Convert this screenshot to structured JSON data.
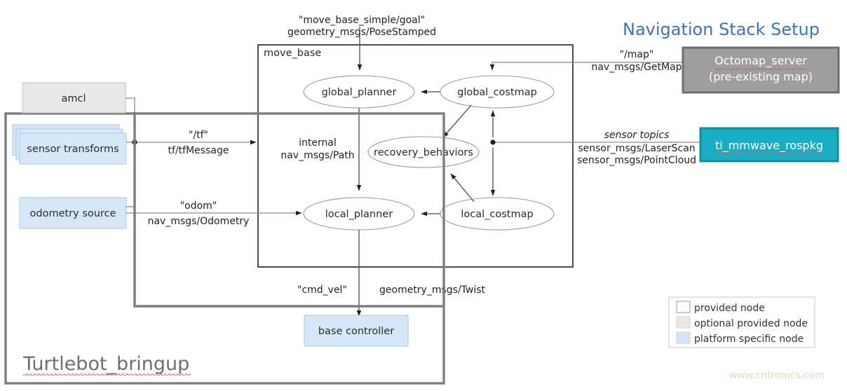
{
  "title": "Navigation Stack Setup",
  "watermark": "www.cntronics.com",
  "move_base": {
    "label": "move_base",
    "nodes": {
      "global_planner": "global_planner",
      "global_costmap": "global_costmap",
      "recovery_behaviors": "recovery_behaviors",
      "local_planner": "local_planner",
      "local_costmap": "local_costmap"
    },
    "internal_edge": {
      "line1": "internal",
      "line2": "nav_msgs/Path"
    }
  },
  "goal_edge": {
    "line1": "\"move_base_simple/goal\"",
    "line2": "geometry_msgs/PoseStamped"
  },
  "map_edge": {
    "line1": "\"/map\"",
    "line2": "nav_msgs/GetMap"
  },
  "sensor_edge": {
    "line1": "sensor topics",
    "line2": "sensor_msgs/LaserScan",
    "line3": "sensor_msgs/PointCloud"
  },
  "tf_edge": {
    "line1": "\"/tf\"",
    "line2": "tf/tfMessage"
  },
  "odom_edge": {
    "line1": "\"odom\"",
    "line2": "nav_msgs/Odometry"
  },
  "cmdvel_edge": {
    "line1": "\"cmd_vel\"",
    "line2": "geometry_msgs/Twist"
  },
  "left_nodes": {
    "amcl": "amcl",
    "sensor_transforms": "sensor transforms",
    "odometry_source": "odometry source",
    "base_controller": "base controller"
  },
  "bringup_container": {
    "label": "Turtlebot_bringup"
  },
  "external_nodes": {
    "octomap": {
      "line1": "Octomap_server",
      "line2": "(pre-existing  map)"
    },
    "mmwave": {
      "label": "ti_mmwave_rospkg"
    }
  },
  "legend": {
    "items": [
      {
        "label": "provided node",
        "color": "#ffffff"
      },
      {
        "label": "optional provided node",
        "color": "#e8e8e8"
      },
      {
        "label": "platform specific node",
        "color": "#d3e5f5"
      }
    ]
  },
  "colors": {
    "title_blue": "#3b73b9",
    "platform_blue": "#d6e8f7",
    "optional_gray": "#e8e8e8",
    "octomap_gray": "#9e9e9e",
    "mmwave_teal": "#18afc4",
    "watermark_green": "#c7e6b8",
    "spell_red": "#d45b5b"
  }
}
